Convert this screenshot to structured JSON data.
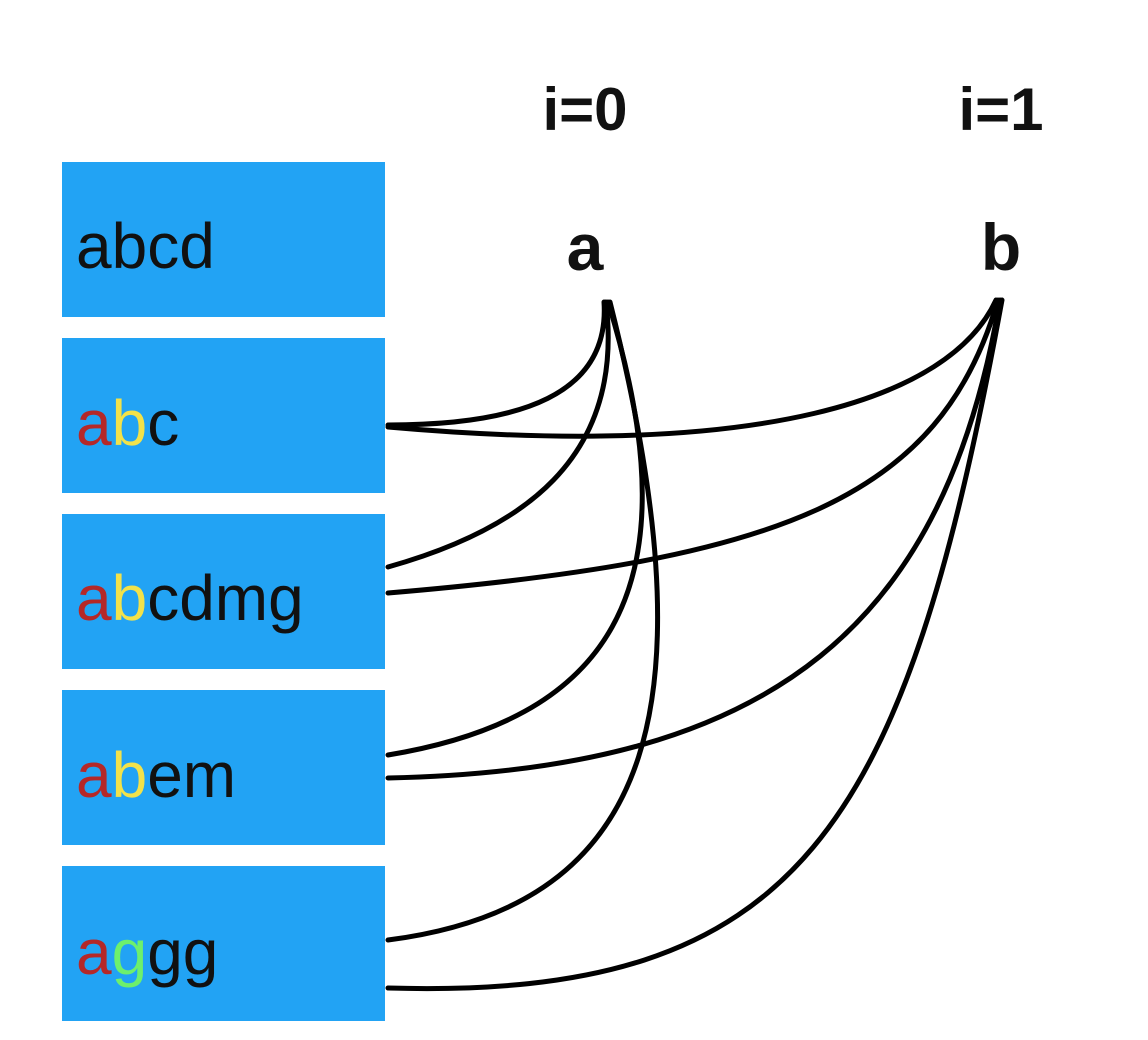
{
  "columns": [
    {
      "heading": "i=0",
      "letter": "a"
    },
    {
      "heading": "i=1",
      "letter": "b"
    }
  ],
  "colors": {
    "box_fill": "#22a3f4",
    "default_text": "#111111",
    "match_a": "#b52828",
    "match_b": "#f2e24a",
    "mismatch": "#6df06d",
    "line": "#000000"
  },
  "strings": [
    {
      "segments": [
        {
          "text": "abcd",
          "color": "#111111"
        }
      ]
    },
    {
      "segments": [
        {
          "text": "a",
          "color": "#b52828"
        },
        {
          "text": "b",
          "color": "#f2e24a"
        },
        {
          "text": "c",
          "color": "#111111"
        }
      ]
    },
    {
      "segments": [
        {
          "text": "a",
          "color": "#b52828"
        },
        {
          "text": "b",
          "color": "#f2e24a"
        },
        {
          "text": "cdmg",
          "color": "#111111"
        }
      ]
    },
    {
      "segments": [
        {
          "text": "a",
          "color": "#b52828"
        },
        {
          "text": "b",
          "color": "#f2e24a"
        },
        {
          "text": "em",
          "color": "#111111"
        }
      ]
    },
    {
      "segments": [
        {
          "text": "a",
          "color": "#b52828"
        },
        {
          "text": "g",
          "color": "#6df06d"
        },
        {
          "text": "gg",
          "color": "#111111"
        }
      ]
    }
  ],
  "edges": [
    {
      "from": "column-0",
      "to": "string-1"
    },
    {
      "from": "column-0",
      "to": "string-2"
    },
    {
      "from": "column-0",
      "to": "string-3"
    },
    {
      "from": "column-0",
      "to": "string-4"
    },
    {
      "from": "column-1",
      "to": "string-1"
    },
    {
      "from": "column-1",
      "to": "string-2"
    },
    {
      "from": "column-1",
      "to": "string-3"
    },
    {
      "from": "column-1",
      "to": "string-4"
    }
  ]
}
